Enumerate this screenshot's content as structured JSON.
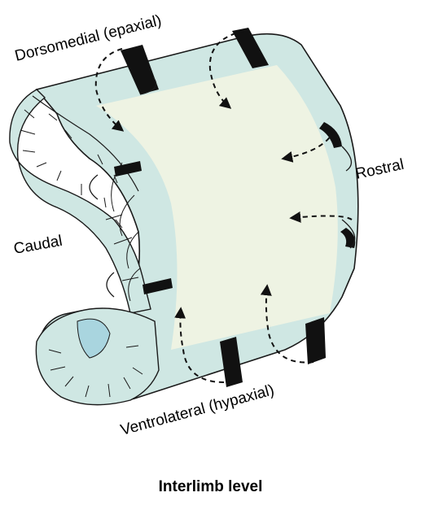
{
  "labels": {
    "dorsomedial": "Dorsomedial (epaxial)",
    "rostral": "Rostral",
    "caudal": "Caudal",
    "ventrolateral": "Ventrolateral (hypaxial)"
  },
  "caption": "Interlimb level",
  "colors": {
    "tube": "#cfe7e3",
    "tube_inner": "#a9d5df",
    "sheet": "#eef3e3",
    "outline": "#1a1a1a",
    "band": "#111111"
  }
}
